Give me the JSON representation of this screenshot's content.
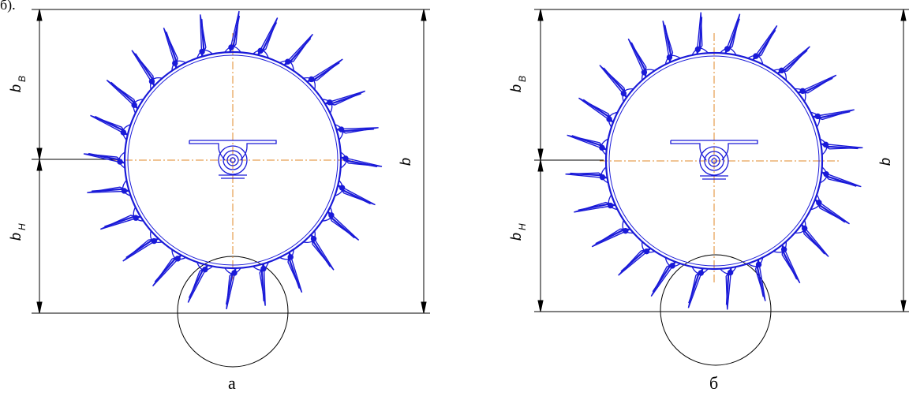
{
  "corner_text": "б).",
  "figures": [
    {
      "caption": "а",
      "labels": {
        "b_upper": "b",
        "b_upper_sub": "В",
        "b_lower": "b",
        "b_lower_sub": "Н",
        "b_total": "b"
      }
    },
    {
      "caption": "б",
      "labels": {
        "b_upper": "b",
        "b_upper_sub": "В",
        "b_lower": "b",
        "b_lower_sub": "Н",
        "b_total": "b"
      }
    }
  ],
  "colors": {
    "wheel": "#1a1ad8",
    "centerline": "#e08a2a",
    "dimension": "#000000"
  },
  "teeth_count": 24
}
